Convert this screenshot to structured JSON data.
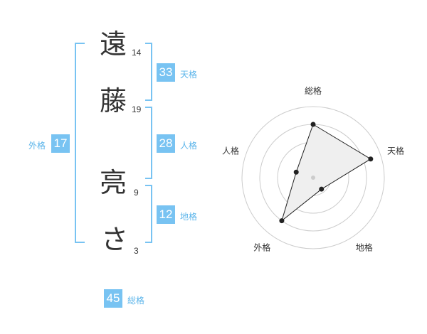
{
  "name_chars": [
    {
      "char": "遠",
      "strokes": "14"
    },
    {
      "char": "藤",
      "strokes": "19"
    },
    {
      "char": "亮",
      "strokes": "9"
    },
    {
      "char": "さ",
      "strokes": "3"
    }
  ],
  "tenkaku": {
    "value": "33",
    "label": "天格"
  },
  "jinkaku": {
    "value": "28",
    "label": "人格"
  },
  "chikaku": {
    "value": "12",
    "label": "地格"
  },
  "gaikaku": {
    "value": "17",
    "label": "外格"
  },
  "soukaku": {
    "value": "45",
    "label": "総格"
  },
  "colors": {
    "accent": "#78c3f2",
    "label": "#5ab4ea",
    "text": "#333333"
  },
  "chart_data": {
    "type": "radar",
    "axes": [
      "総格",
      "天格",
      "地格",
      "外格",
      "人格"
    ],
    "values": [
      0.75,
      0.85,
      0.2,
      0.75,
      0.25
    ],
    "rings": 4
  }
}
